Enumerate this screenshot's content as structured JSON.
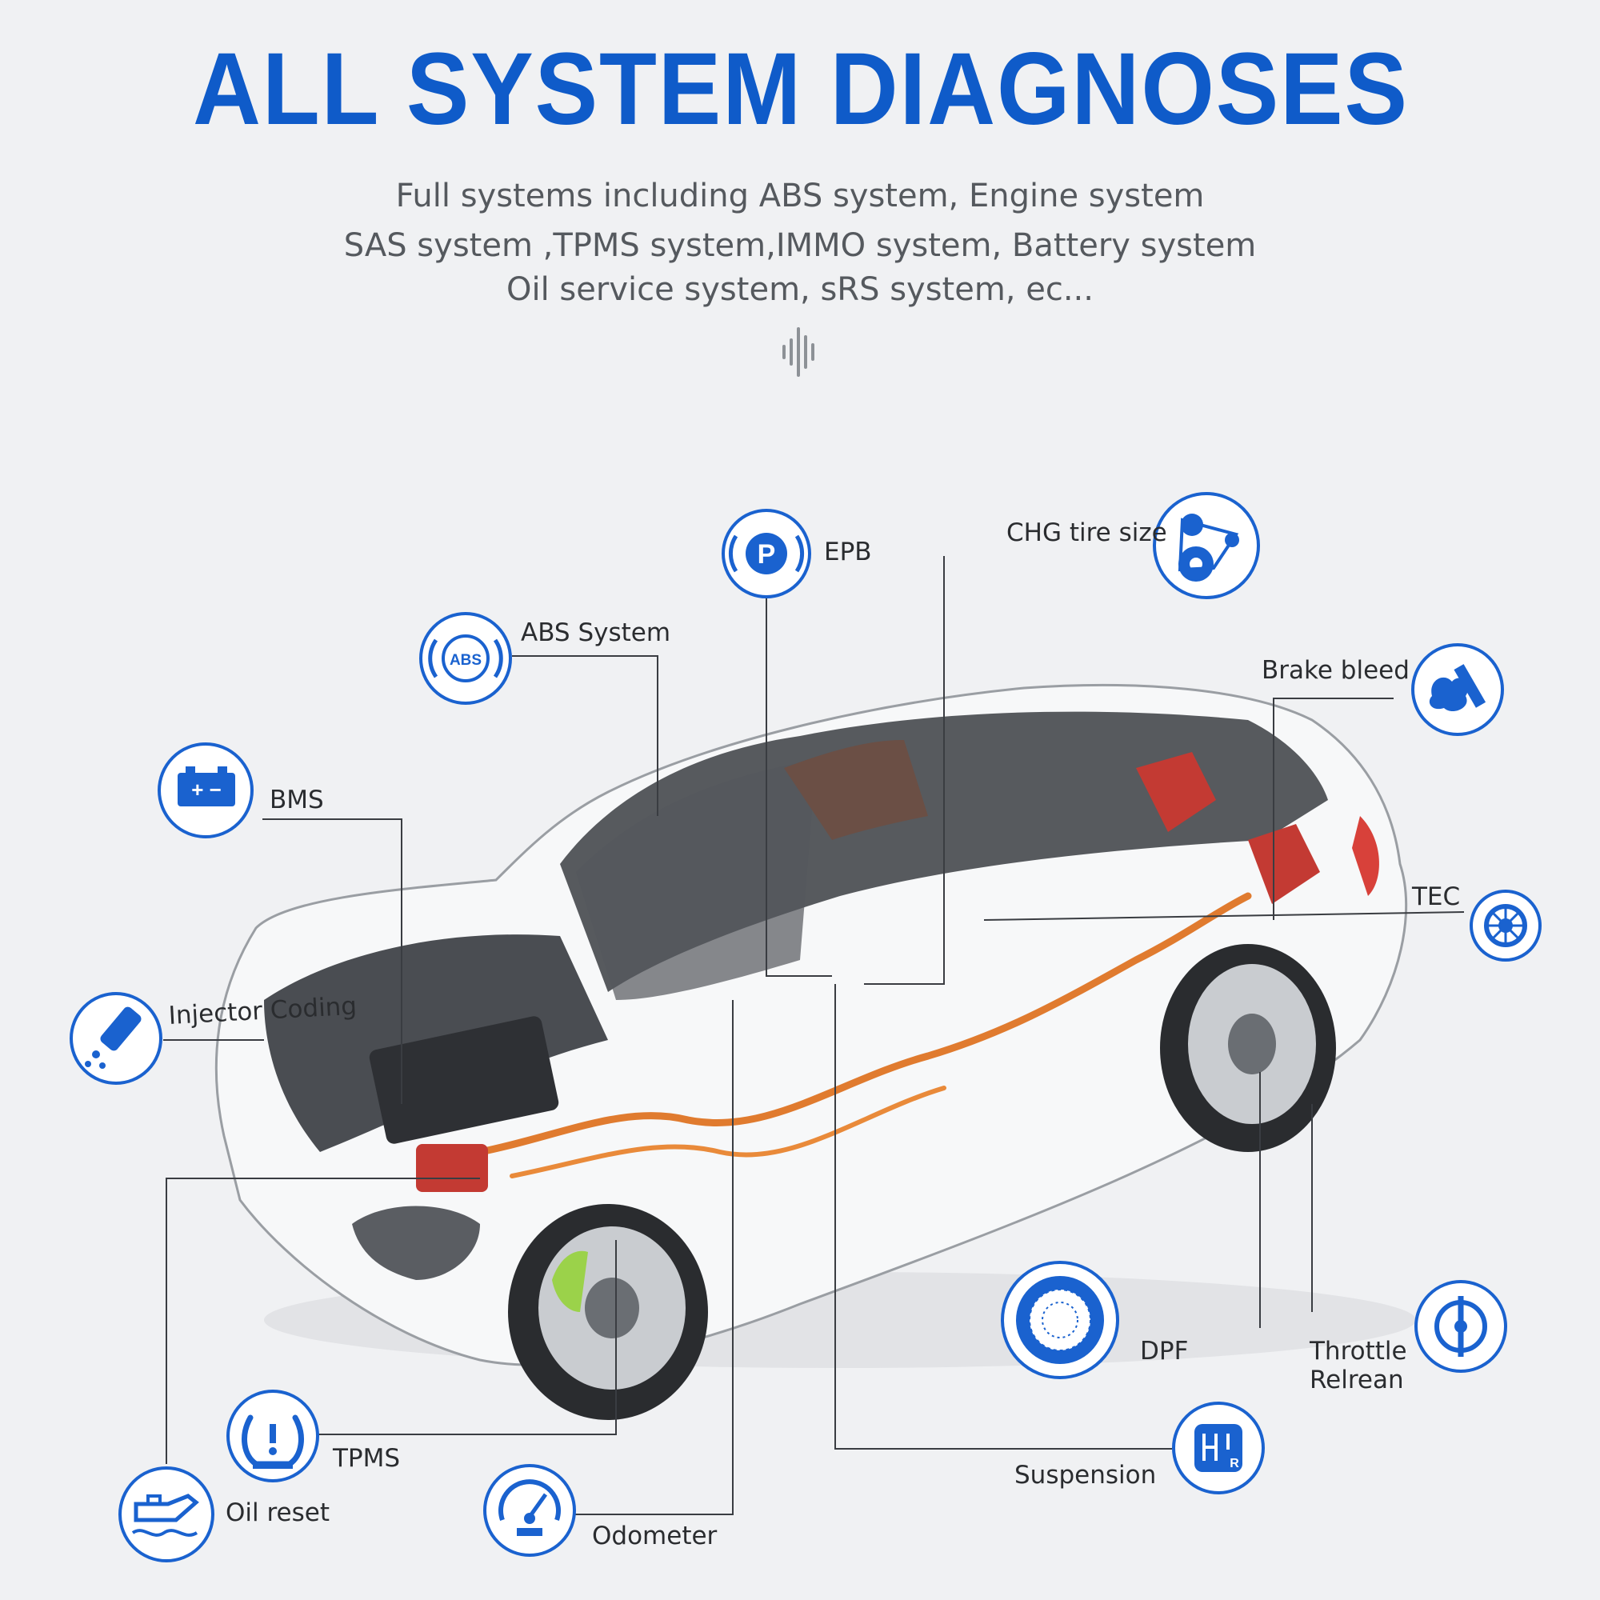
{
  "title": "ALL SYSTEM DIAGNOSES",
  "subtitle_lines": [
    "Full systems including ABS system, Engine system",
    "SAS system ,TPMS system,IMMO system,   Battery system",
    "Oil service system,   sRS system,   ec..."
  ],
  "accent_color": "#0f5bc9",
  "features": [
    {
      "id": "epb",
      "label": "EPB",
      "icon": "parking-brake-icon"
    },
    {
      "id": "chg-tire-size",
      "label": "CHG tire size",
      "icon": "belt-pulley-icon"
    },
    {
      "id": "abs",
      "label": "ABS System",
      "icon": "abs-icon",
      "icon_text": "ABS"
    },
    {
      "id": "brake-bleed",
      "label": "Brake bleed",
      "icon": "brake-bleed-icon"
    },
    {
      "id": "bms",
      "label": "BMS",
      "icon": "battery-icon",
      "icon_text": "+ −"
    },
    {
      "id": "tec",
      "label": "TEC",
      "icon": "gear-wheel-icon"
    },
    {
      "id": "injector-coding",
      "label": "Injector Coding",
      "icon": "injector-icon"
    },
    {
      "id": "dpf",
      "label": "DPF",
      "icon": "particulate-filter-icon"
    },
    {
      "id": "throttle",
      "label": "Throttle Relrean",
      "icon": "throttle-icon"
    },
    {
      "id": "suspension",
      "label": "Suspension",
      "icon": "suspension-icon",
      "icon_text": "R"
    },
    {
      "id": "tpms",
      "label": "TPMS",
      "icon": "tire-pressure-icon",
      "icon_text": "!"
    },
    {
      "id": "oil-reset",
      "label": "Oil reset",
      "icon": "oil-can-icon"
    },
    {
      "id": "odometer",
      "label": "Odometer",
      "icon": "odometer-icon"
    }
  ]
}
